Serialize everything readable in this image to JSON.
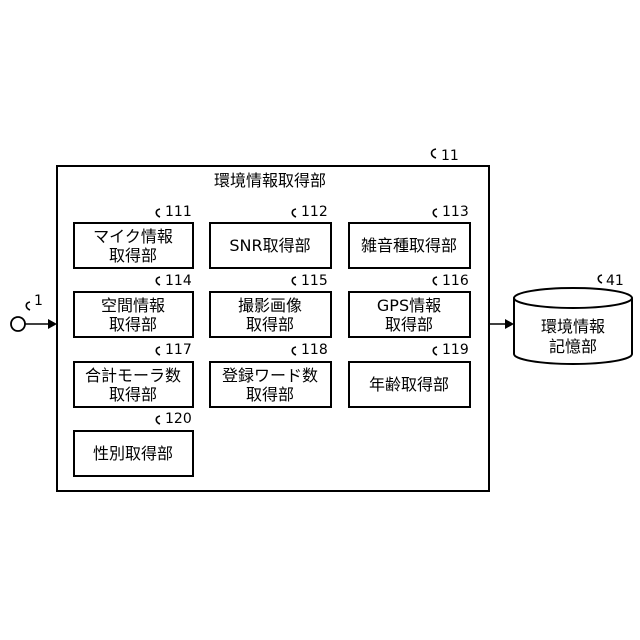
{
  "main_unit": {
    "label": "環境情報取得部",
    "ref": "11"
  },
  "input": {
    "ref": "1"
  },
  "storage": {
    "line1": "環境情報",
    "line2": "記憶部",
    "ref": "41"
  },
  "blocks": [
    {
      "id": "mic",
      "ref": "111",
      "line1": "マイク情報",
      "line2": "取得部"
    },
    {
      "id": "snr",
      "ref": "112",
      "line1": "SNR取得部",
      "line2": ""
    },
    {
      "id": "noise",
      "ref": "113",
      "line1": "雑音種取得部",
      "line2": ""
    },
    {
      "id": "space",
      "ref": "114",
      "line1": "空間情報",
      "line2": "取得部"
    },
    {
      "id": "image",
      "ref": "115",
      "line1": "撮影画像",
      "line2": "取得部"
    },
    {
      "id": "gps",
      "ref": "116",
      "line1": "GPS情報",
      "line2": "取得部"
    },
    {
      "id": "mora",
      "ref": "117",
      "line1": "合計モーラ数",
      "line2": "取得部"
    },
    {
      "id": "words",
      "ref": "118",
      "line1": "登録ワード数",
      "line2": "取得部"
    },
    {
      "id": "age",
      "ref": "119",
      "line1": "年齢取得部",
      "line2": ""
    },
    {
      "id": "gender",
      "ref": "120",
      "line1": "性別取得部",
      "line2": ""
    }
  ]
}
